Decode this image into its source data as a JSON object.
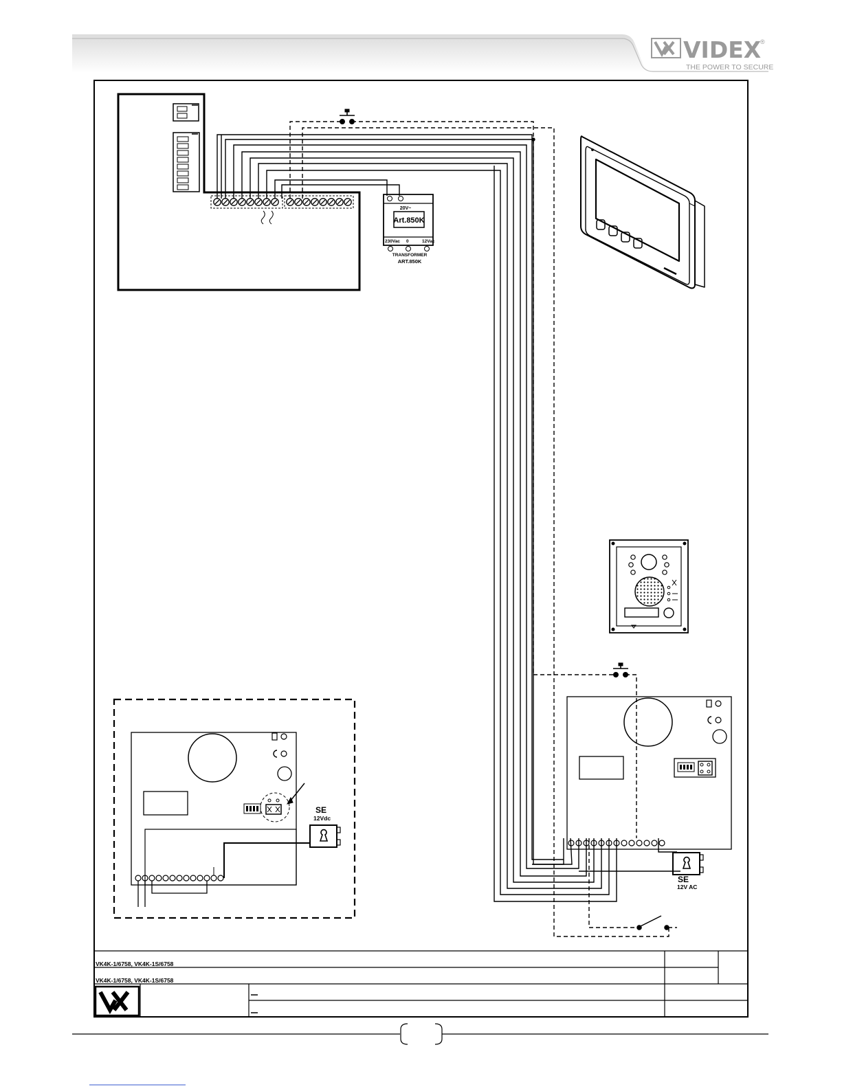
{
  "brand": {
    "name": "VIDEX",
    "registered": "®",
    "tagline": "THE POWER TO SECURE",
    "logo_mark": "VX"
  },
  "transformer": {
    "model": "Art.850K",
    "top_label": "20V~",
    "input_label": "230Vac",
    "zero_label": "0",
    "output_label": "12Vac",
    "caption_line1": "TRANSFORMER",
    "caption_line2": "ART.850K"
  },
  "lock_left": {
    "label": "SE",
    "voltage": "12Vdc"
  },
  "lock_right": {
    "label": "SE",
    "voltage": "12V AC"
  },
  "title_block": {
    "row1": "VK4K-1/6758, VK4K-1S/6758",
    "row2": "VK4K-1/6758, VK4K-1S/6758"
  },
  "colors": {
    "line": "#000000",
    "header_gradient_top": "#e4e4e4",
    "header_gradient_bottom": "#ffffff",
    "brand_gray": "#9a9a9a",
    "link_underline": "#3355cc"
  }
}
